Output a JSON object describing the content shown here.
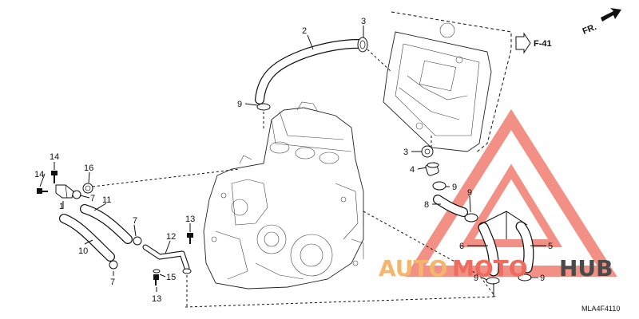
{
  "diagram": {
    "callouts": {
      "c1": "1",
      "c2": "2",
      "c3a": "3",
      "c3b": "3",
      "c4": "4",
      "c5": "5",
      "c6": "6",
      "c7a": "7",
      "c7b": "7",
      "c7c": "7",
      "c8": "8",
      "c9a": "9",
      "c9b": "9",
      "c9c": "9",
      "c9d": "9",
      "c9e": "9",
      "c10": "10",
      "c11": "11",
      "c12": "12",
      "c13a": "13",
      "c13b": "13",
      "c14a": "14",
      "c14b": "14",
      "c15": "15",
      "c16": "16"
    },
    "section_ref": "F-41",
    "direction_label": "FR.",
    "diagram_code": "MLA4F4110"
  },
  "watermark": {
    "part1": "AUTO",
    "part2": "MOTO",
    "part3": "HUB",
    "color_primary": "#f4b56d",
    "color_accent": "#ee6b5d",
    "color_text": "#4a4a4a"
  }
}
